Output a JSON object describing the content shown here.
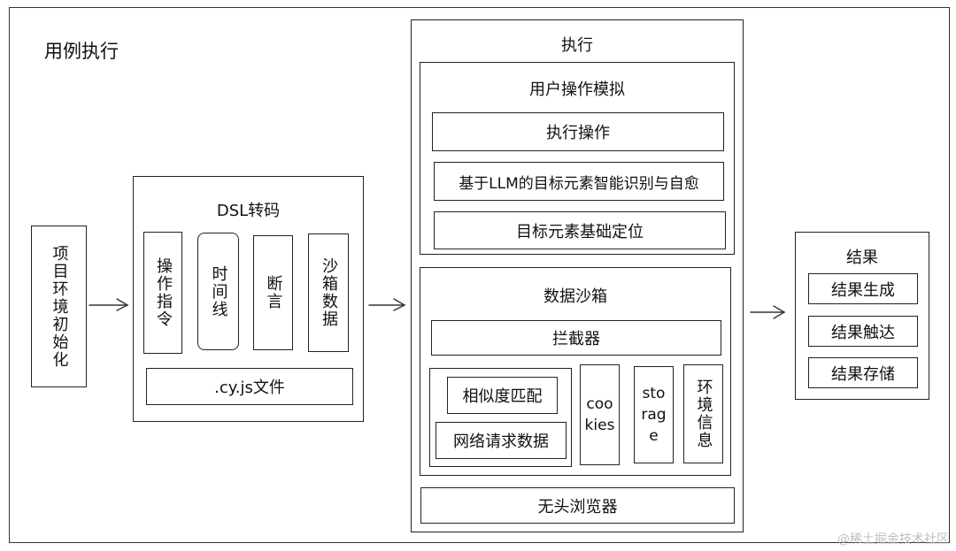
{
  "diagram": {
    "title": "用例执行",
    "env_init": "项目环境初始化",
    "dsl": {
      "title": "DSL转码",
      "items": [
        "操作指令",
        "时间线",
        "断言",
        "沙箱数据"
      ],
      "file": ".cy.js文件"
    },
    "execution": {
      "title": "执行",
      "user_sim": {
        "title": "用户操作模拟",
        "items": [
          "执行操作",
          "基于LLM的目标元素智能识别与自愈",
          "目标元素基础定位"
        ]
      },
      "sandbox": {
        "title": "数据沙箱",
        "interceptor": "拦截器",
        "match": "相似度匹配",
        "request": "网络请求数据",
        "cookies": "coo\nkies",
        "storage": "sto\nrag\ne",
        "env_info": "环境信息"
      },
      "browser": "无头浏览器"
    },
    "result": {
      "title": "结果",
      "items": [
        "结果生成",
        "结果触达",
        "结果存储"
      ]
    }
  },
  "watermark": "@稀土掘金技术社区"
}
